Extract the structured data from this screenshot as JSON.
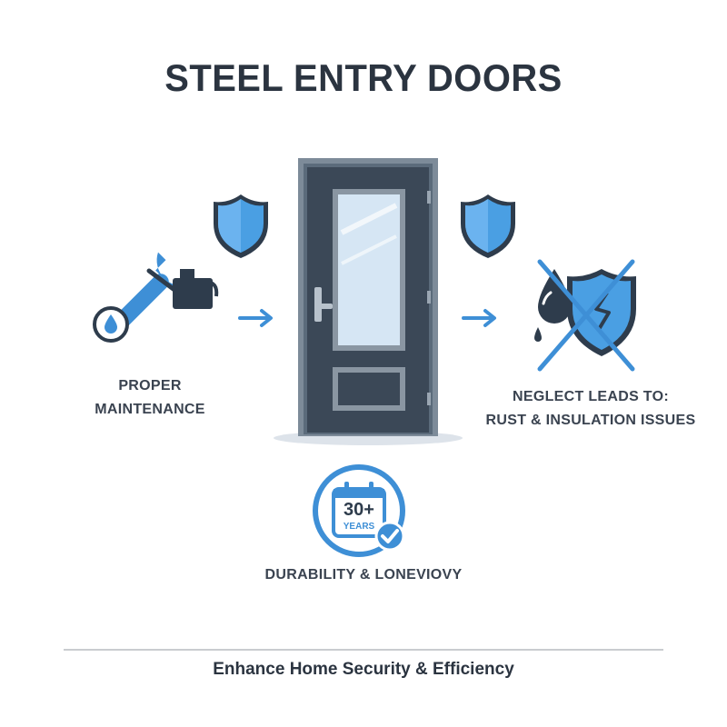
{
  "title": "STEEL ENTRY DOORS",
  "left_label": {
    "line1": "PROPER",
    "line2": "MAINTENANCE"
  },
  "right_label": {
    "line1": "NEGLECT LEADS TO:",
    "line2": "RUST & INSULATION ISSUES"
  },
  "badge": {
    "number": "30+",
    "unit": "YEARS"
  },
  "center_label": "DURABILITY & LONEVIOVY",
  "footer": "Enhance Home Security & Efficiency",
  "colors": {
    "navy": "#2e3c4c",
    "blue": "#3e8fd6",
    "light_blue": "#5aa6e6",
    "door": "#3b4857",
    "frame": "#7d8b99",
    "text": "#2b3440"
  }
}
